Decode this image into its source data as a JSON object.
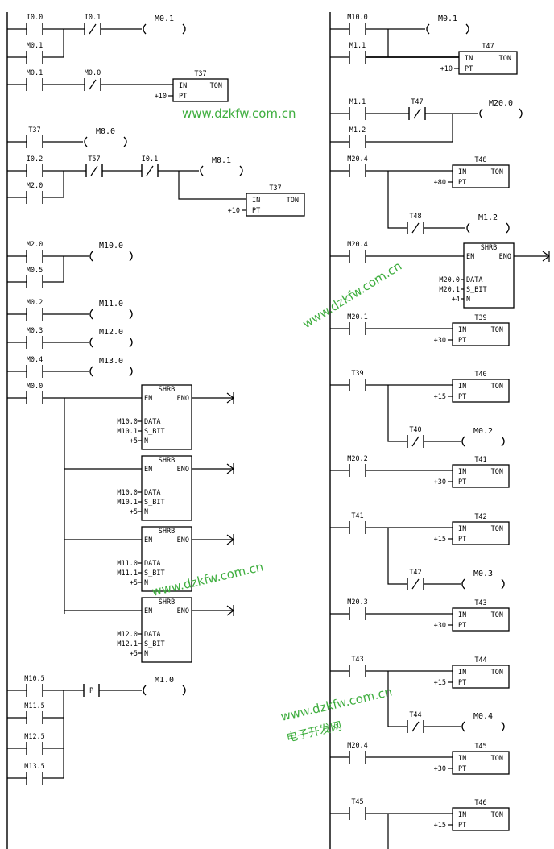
{
  "left_ladder": {
    "networks": [
      {
        "contacts": [
          "I0.0",
          "M0.1",
          "I0.1"
        ],
        "coil": "M0.1"
      },
      {
        "contacts": [
          "M0.1",
          "M0.0"
        ],
        "timer": {
          "name": "T37",
          "type": "TON",
          "in": "IN",
          "pt_label": "PT",
          "preset": "+10"
        }
      },
      {
        "contacts": [
          "T37"
        ],
        "coil": "M0.0"
      },
      {
        "contacts": [
          "I0.2",
          "M2.0",
          "T57",
          "I0.1"
        ],
        "coil": "M0.1",
        "timer": {
          "name": "T37",
          "type": "TON",
          "in": "IN",
          "pt_label": "PT",
          "preset": "+10"
        }
      },
      {
        "contacts": [
          "M2.0",
          "M0.5"
        ],
        "coil": "M10.0"
      },
      {
        "contacts": [
          "M0.2"
        ],
        "coil": "M11.0"
      },
      {
        "contacts": [
          "M0.3"
        ],
        "coil": "M12.0"
      },
      {
        "contacts": [
          "M0.4"
        ],
        "coil": "M13.0"
      },
      {
        "contacts": [
          "M0.0"
        ],
        "shrb_blocks": [
          {
            "name": "SHRB",
            "en": "EN",
            "eno": "ENO",
            "data_pin": "DATA",
            "sbit_pin": "S_BIT",
            "n_pin": "N",
            "data": "M10.0",
            "s_bit": "M10.1",
            "n": "+5"
          },
          {
            "name": "SHRB",
            "en": "EN",
            "eno": "ENO",
            "data_pin": "DATA",
            "sbit_pin": "S_BIT",
            "n_pin": "N",
            "data": "M10.0",
            "s_bit": "M10.1",
            "n": "+5"
          },
          {
            "name": "SHRB",
            "en": "EN",
            "eno": "ENO",
            "data_pin": "DATA",
            "sbit_pin": "S_BIT",
            "n_pin": "N",
            "data": "M11.0",
            "s_bit": "M11.1",
            "n": "+5"
          },
          {
            "name": "SHRB",
            "en": "EN",
            "eno": "ENO",
            "data_pin": "DATA",
            "sbit_pin": "S_BIT",
            "n_pin": "N",
            "data": "M12.0",
            "s_bit": "M12.1",
            "n": "+5"
          }
        ]
      },
      {
        "contacts": [
          "M10.5",
          "M11.5",
          "M12.5",
          "M13.5"
        ],
        "edge": "P",
        "coil": "M1.0"
      }
    ]
  },
  "right_ladder": {
    "networks": [
      {
        "contacts": [
          "M10.0",
          "M1.1"
        ],
        "coil": "M0.1",
        "timer": {
          "name": "T47",
          "type": "TON",
          "in": "IN",
          "pt_label": "PT",
          "preset": "+10"
        }
      },
      {
        "contacts": [
          "M1.1",
          "M1.2",
          "T47"
        ],
        "coil": "M20.0"
      },
      {
        "contacts": [
          "M20.4",
          "T48"
        ],
        "coil": "M1.2",
        "timer": {
          "name": "T48",
          "type": "TON",
          "in": "IN",
          "pt_label": "PT",
          "preset": "+80"
        }
      },
      {
        "contacts": [
          "M20.4"
        ],
        "shrb": {
          "name": "SHRB",
          "en": "EN",
          "eno": "ENO",
          "data_pin": "DATA",
          "sbit_pin": "S_BIT",
          "n_pin": "N",
          "data": "M20.0",
          "s_bit": "M20.1",
          "n": "+4"
        }
      },
      {
        "contacts": [
          "M20.1"
        ],
        "timer": {
          "name": "T39",
          "type": "TON",
          "in": "IN",
          "pt_label": "PT",
          "preset": "+30"
        }
      },
      {
        "contacts": [
          "T39",
          "T40"
        ],
        "coil": "M0.2",
        "timer": {
          "name": "T40",
          "type": "TON",
          "in": "IN",
          "pt_label": "PT",
          "preset": "+15"
        }
      },
      {
        "contacts": [
          "M20.2"
        ],
        "timer": {
          "name": "T41",
          "type": "TON",
          "in": "IN",
          "pt_label": "PT",
          "preset": "+30"
        }
      },
      {
        "contacts": [
          "T41",
          "T42"
        ],
        "coil": "M0.3",
        "timer": {
          "name": "T42",
          "type": "TON",
          "in": "IN",
          "pt_label": "PT",
          "preset": "+15"
        }
      },
      {
        "contacts": [
          "M20.3"
        ],
        "timer": {
          "name": "T43",
          "type": "TON",
          "in": "IN",
          "pt_label": "PT",
          "preset": "+30"
        }
      },
      {
        "contacts": [
          "T43",
          "T44"
        ],
        "coil": "M0.4",
        "timer": {
          "name": "T44",
          "type": "TON",
          "in": "IN",
          "pt_label": "PT",
          "preset": "+15"
        }
      },
      {
        "contacts": [
          "M20.4"
        ],
        "timer": {
          "name": "T45",
          "type": "TON",
          "in": "IN",
          "pt_label": "PT",
          "preset": "+30"
        }
      },
      {
        "contacts": [
          "T45"
        ],
        "timer": {
          "name": "T46",
          "type": "TON",
          "in": "IN",
          "pt_label": "PT",
          "preset": "+15"
        }
      }
    ]
  },
  "watermarks": [
    "www.dzkfw.com.cn",
    "www.dzkfw.com.cn",
    "www.dzkfw.com.cn",
    "www.dzkfw.com.cn",
    "电子开发网"
  ],
  "colors": {
    "line": "#000000",
    "watermark": "#3fae3f",
    "background": "#ffffff"
  }
}
